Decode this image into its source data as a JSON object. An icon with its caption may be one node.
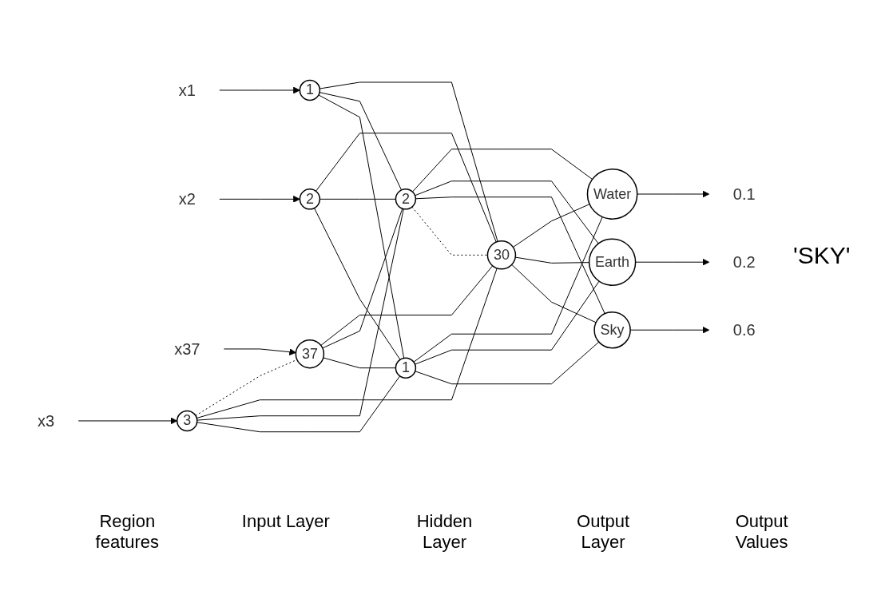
{
  "diagram": {
    "nodes": [
      {
        "text": [
          "x1"
        ]
      },
      {
        "text": [
          "x2"
        ]
      },
      {
        "text": [
          "x3"
        ]
      },
      {
        "text": [
          "x37"
        ]
      },
      {
        "text": [
          "1"
        ]
      },
      {
        "text": [
          "2"
        ]
      },
      {
        "text": [
          "3"
        ]
      },
      {
        "text": [
          "37"
        ]
      },
      {
        "text": [
          "1"
        ]
      },
      {
        "text": [
          "2"
        ]
      },
      {
        "text": [
          "30"
        ]
      },
      {
        "text": [
          "Sky"
        ]
      },
      {
        "text": [
          "Earth"
        ]
      },
      {
        "text": [
          "Water"
        ]
      },
      {
        "text": [
          "0.6"
        ]
      },
      {
        "text": [
          "0.2"
        ]
      },
      {
        "text": [
          "0.1"
        ]
      }
    ],
    "edges": [
      {
        "from": 0,
        "to": 4,
        "arrow": "to"
      },
      {
        "from": 1,
        "to": 5,
        "arrow": "to"
      },
      {
        "from": 2,
        "to": 6,
        "arrow": "to"
      },
      {
        "from": 3,
        "to": 7,
        "arrow": "to"
      },
      {
        "from": 4,
        "to": 8,
        "arrow": "none"
      },
      {
        "from": 4,
        "to": 9,
        "arrow": "none"
      },
      {
        "from": 4,
        "to": 10,
        "arrow": "none"
      },
      {
        "from": 5,
        "to": 8,
        "arrow": "none"
      },
      {
        "from": 5,
        "to": 9,
        "arrow": "none"
      },
      {
        "from": 5,
        "to": 10,
        "arrow": "none"
      },
      {
        "from": 6,
        "to": 8,
        "arrow": "none"
      },
      {
        "from": 6,
        "to": 9,
        "arrow": "none"
      },
      {
        "from": 6,
        "to": 10,
        "arrow": "none"
      },
      {
        "from": 7,
        "to": 8,
        "arrow": "none"
      },
      {
        "from": 7,
        "to": 9,
        "arrow": "none"
      },
      {
        "from": 7,
        "to": 10,
        "arrow": "none"
      },
      {
        "from": 6,
        "to": 7,
        "arrow": "none",
        "style": "dashed"
      },
      {
        "from": 9,
        "to": 10,
        "arrow": "none",
        "style": "dashed"
      },
      {
        "from": 8,
        "to": 11,
        "arrow": "none"
      },
      {
        "from": 8,
        "to": 12,
        "arrow": "none"
      },
      {
        "from": 8,
        "to": 13,
        "arrow": "none"
      },
      {
        "from": 9,
        "to": 11,
        "arrow": "none"
      },
      {
        "from": 9,
        "to": 12,
        "arrow": "none"
      },
      {
        "from": 9,
        "to": 13,
        "arrow": "none"
      },
      {
        "from": 10,
        "to": 11,
        "arrow": "none"
      },
      {
        "from": 10,
        "to": 12,
        "arrow": "none"
      },
      {
        "from": 10,
        "to": 13,
        "arrow": "none"
      },
      {
        "from": 11,
        "to": 14,
        "arrow": "to"
      },
      {
        "from": 12,
        "to": 15,
        "arrow": "to"
      },
      {
        "from": 13,
        "to": 16,
        "arrow": "to"
      }
    ],
    "labels": [
      "'SKY'",
      "Region features",
      "Input Layer",
      "Hidden Layer",
      "Output Layer",
      "Output Values"
    ]
  }
}
